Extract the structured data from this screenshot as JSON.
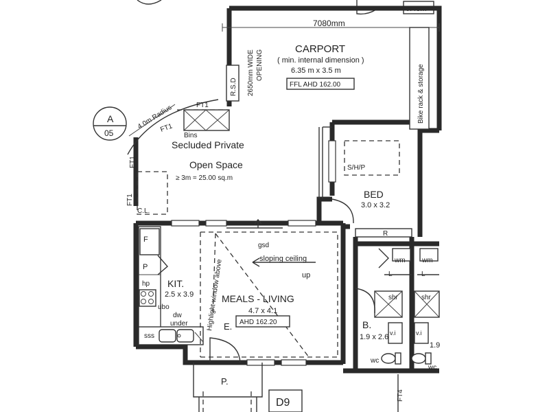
{
  "header": {
    "area": "6.48m²"
  },
  "carport": {
    "dimension": "7080mm",
    "title": "CARPORT",
    "subtitle": "( min. internal dimension )",
    "size": "6.35 m x 3.5 m",
    "ffl": "FFL AHD 162.00",
    "opening_line1": "2650mm WIDE",
    "opening_line2": "OPENING",
    "rsd": "R.S.D",
    "bike": "Bike rack & storage"
  },
  "callout": {
    "letter": "A",
    "number": "05"
  },
  "open_space": {
    "radius": "4.0m  Radius",
    "ft1_a": "FT1",
    "ft1_b": "FT1",
    "ft1_c": "FT1",
    "ft1_d": "FT1",
    "bins": "Bins",
    "line1": "Secluded Private",
    "line2": "Open Space",
    "line3": "≥ 3m =  25.00 sq.m",
    "cl": "C.L."
  },
  "bed": {
    "title": "BED",
    "size": "3.0 x 3.2",
    "shp": "S/H/P",
    "robe": "R"
  },
  "kitchen": {
    "title": "KIT.",
    "size": "2.5 x 3.9",
    "f": "F",
    "p": "P",
    "hp": "hp",
    "ubo": "ubo",
    "dw1": "dw",
    "dw2": "under",
    "sss": "sss"
  },
  "meals": {
    "gsd": "gsd",
    "ceiling1": "sloping ceiling",
    "ceiling2": "up",
    "highlight": "Highlight window above",
    "title": "MEALS - LIVING",
    "size": "4.7 x 4.1",
    "ahd": "AHD 162.20",
    "entry": "E."
  },
  "bath": {
    "wm1": "wm",
    "wm2": "wm",
    "shr1": "shr",
    "shr2": "shr",
    "title": "B.",
    "size": "1.9 x 2.6",
    "size2": "1.9",
    "vi1": "v.i",
    "vi2": "v.i",
    "wc1": "wc",
    "wc2": "wc",
    "l1": "L",
    "l2": "L"
  },
  "porch": {
    "label": "P."
  },
  "unit": {
    "label": "D9",
    "ft4": "FT4"
  }
}
